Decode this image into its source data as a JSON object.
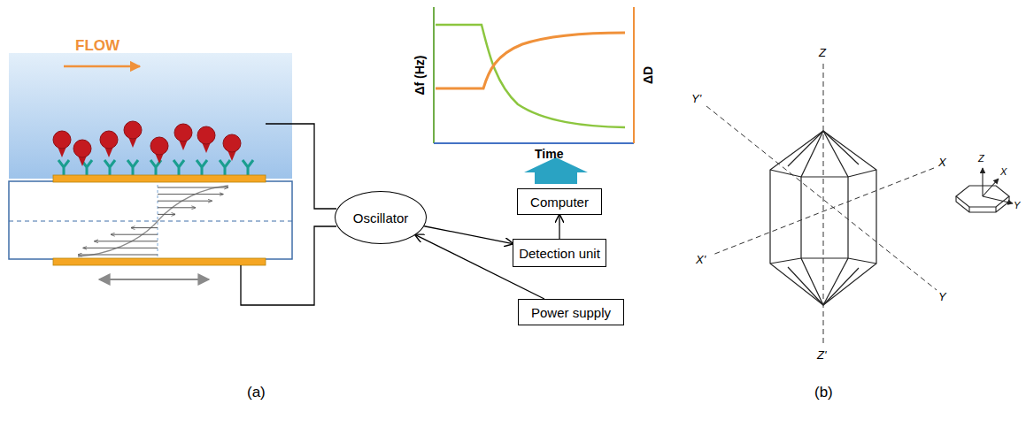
{
  "diagram": {
    "nodes": [
      {
        "text": [
          "Oscillator"
        ]
      },
      {
        "text": [
          "Computer"
        ]
      },
      {
        "text": [
          "Detection unit"
        ]
      },
      {
        "text": [
          "Power supply"
        ]
      }
    ],
    "edges": [
      {
        "from": 0,
        "to": 2,
        "arrow": "to"
      },
      {
        "from": 3,
        "to": 0,
        "arrow": "to"
      },
      {
        "from": 2,
        "to": 1,
        "arrow": "to"
      }
    ],
    "labels": [
      "FLOW",
      "Δf (Hz)",
      "ΔD",
      "Time",
      "Z",
      "Y'",
      "X",
      "X'",
      "Y",
      "Z'",
      "Z",
      "X",
      "Y",
      "(a)",
      "(b)"
    ]
  }
}
